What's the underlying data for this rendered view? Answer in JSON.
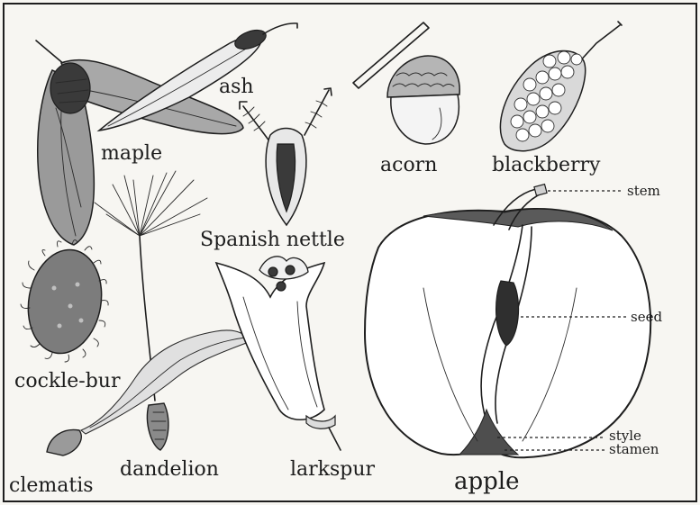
{
  "labels": {
    "maple": "maple",
    "ash": "ash",
    "spanish_nettle": "Spanish nettle",
    "acorn": "acorn",
    "blackberry": "blackberry",
    "cockle_bur": "cockle-bur",
    "clematis": "clematis",
    "dandelion": "dandelion",
    "larkspur": "larkspur",
    "apple": "apple",
    "stem": "stem",
    "seed": "seed",
    "style": "style",
    "stamen": "stamen"
  }
}
